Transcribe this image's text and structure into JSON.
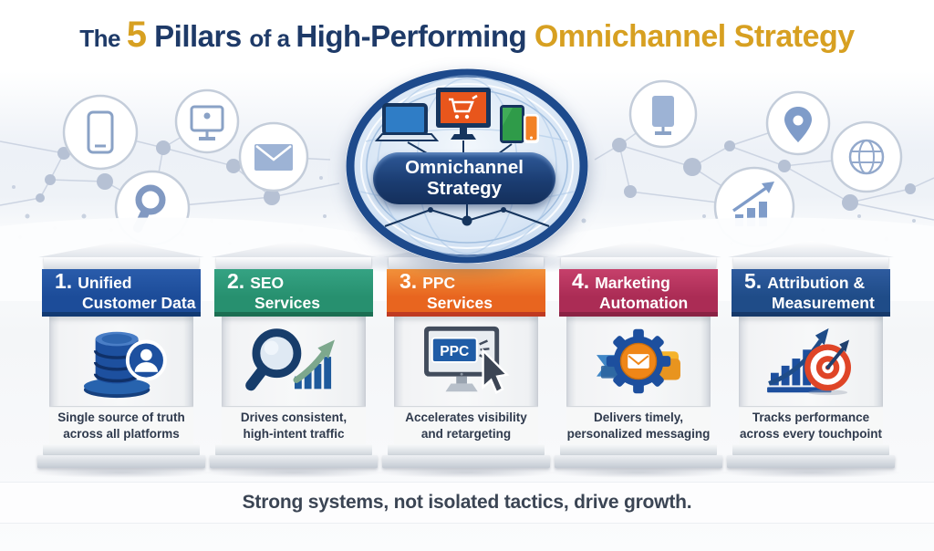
{
  "title": {
    "t1": "The ",
    "t2": "5",
    "t3": " Pillars ",
    "t4": "of a ",
    "t5": "High-Performing ",
    "t6": "Omnichannel Strategy"
  },
  "hub": {
    "line1": "Omnichannel",
    "line2": "Strategy",
    "device_icons": [
      "laptop-icon",
      "shopping-cart-monitor-icon",
      "tablet-icon",
      "smartphone-icon"
    ]
  },
  "pillars": [
    {
      "number": "1.",
      "name_line1": "Unified",
      "name_line2": "Customer Data",
      "icon": "database-user-icon",
      "header_color": "#1c4c99",
      "desc_line1": "Single source of truth",
      "desc_line2": "across all platforms"
    },
    {
      "number": "2.",
      "name_line1": "SEO",
      "name_line2": "Services",
      "icon": "search-growth-icon",
      "header_color": "#27906f",
      "desc_line1": "Drives consistent,",
      "desc_line2": "high-intent traffic"
    },
    {
      "number": "3.",
      "name_line1": "PPC",
      "name_line2": "Services",
      "icon": "ppc-monitor-cursor-icon",
      "header_color": "#e8651f",
      "screen_label": "PPC",
      "desc_line1": "Accelerates visibility",
      "desc_line2": "and retargeting"
    },
    {
      "number": "4.",
      "name_line1": "Marketing",
      "name_line2": "Automation",
      "icon": "gear-envelope-icon",
      "header_color": "#ab2c55",
      "desc_line1": "Delivers timely,",
      "desc_line2": "personalized messaging"
    },
    {
      "number": "5.",
      "name_line1": "Attribution &",
      "name_line2": "Measurement",
      "icon": "chart-target-icon",
      "header_color": "#1f4c88",
      "desc_line1": "Tracks performance",
      "desc_line2": "across every touchpoint"
    }
  ],
  "tagline": "Strong systems, not isolated tactics, drive growth.",
  "background_icons": [
    "smartphone-icon",
    "monitor-icon",
    "envelope-icon",
    "search-icon",
    "monitor-icon",
    "location-pin-icon",
    "globe-icon",
    "growth-chart-icon"
  ],
  "colors": {
    "title_navy": "#1e3a68",
    "title_gold": "#d7a021",
    "hub_ring": "#1d4a8c",
    "hub_pill": "#1b3d72",
    "tagline_text": "#3b4554",
    "network_line": "#ccd4e2"
  }
}
